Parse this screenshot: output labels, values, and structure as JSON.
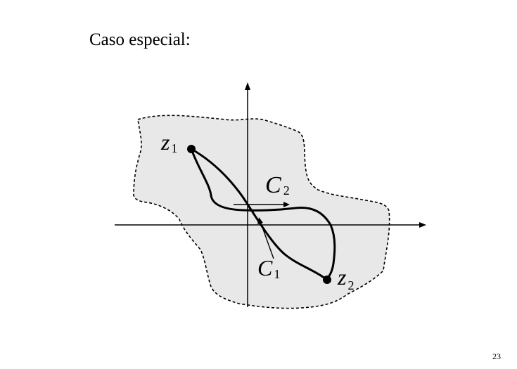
{
  "slide": {
    "title": "Caso especial:",
    "page_number": "23"
  },
  "diagram": {
    "points": [
      {
        "id": "z1",
        "var": "z",
        "sub": "1"
      },
      {
        "id": "z2",
        "var": "z",
        "sub": "2"
      }
    ],
    "curves": [
      {
        "id": "C1",
        "var": "C",
        "sub": "1"
      },
      {
        "id": "C2",
        "var": "C",
        "sub": "2"
      }
    ],
    "colors": {
      "region_fill": "#e8e8e8",
      "stroke": "#000000",
      "background": "#ffffff"
    }
  }
}
